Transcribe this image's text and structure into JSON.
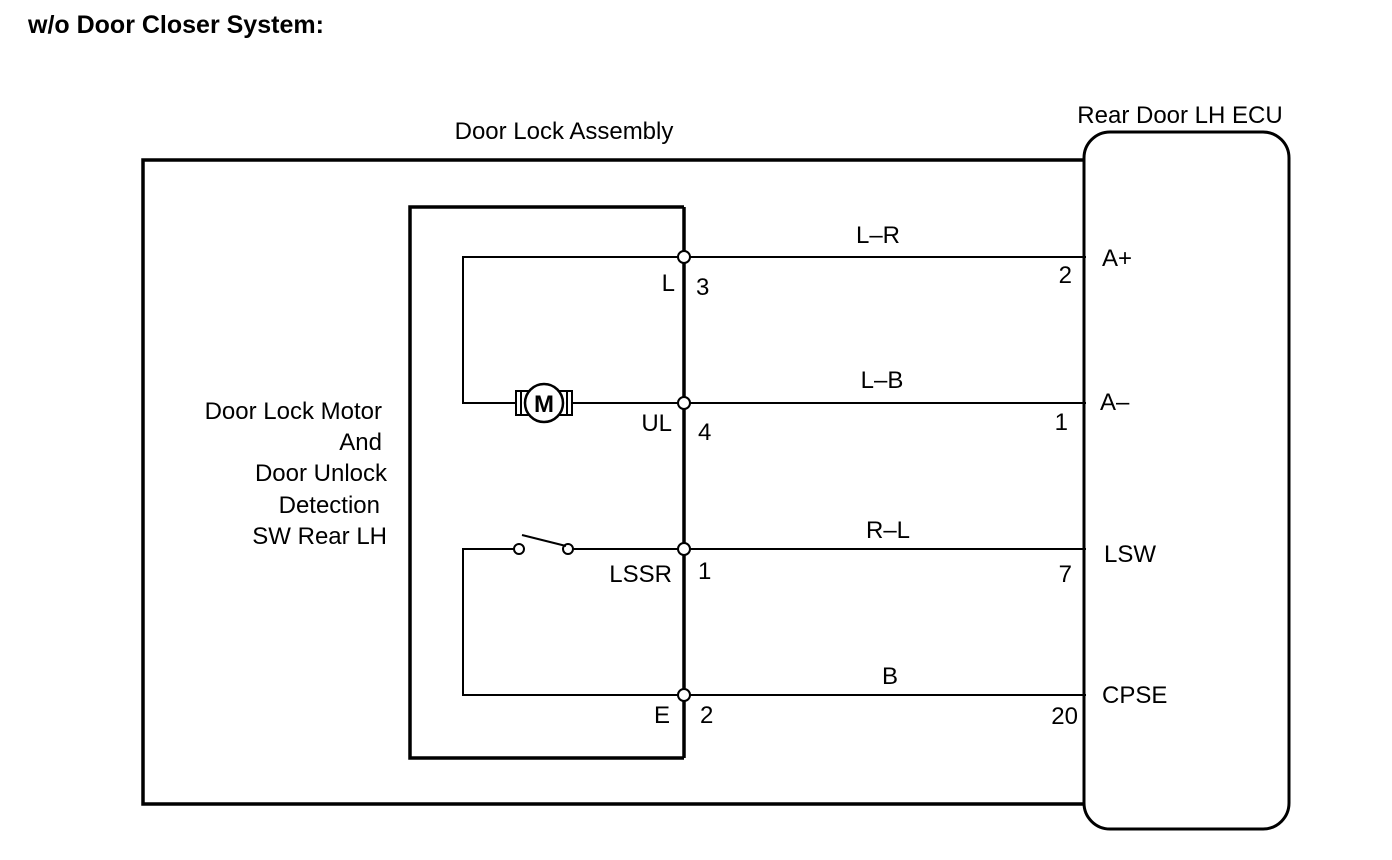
{
  "heading": "w/o Door Closer System:",
  "assembly": {
    "title": "Door Lock Assembly",
    "component_label_lines": [
      "Door Lock Motor",
      "And",
      "Door Unlock",
      "Detection",
      "SW Rear LH"
    ],
    "motor_symbol": "M"
  },
  "ecu": {
    "title": "Rear Door LH ECU"
  },
  "circuits": [
    {
      "assembly_terminal": "L",
      "assembly_pin": "3",
      "wire_color": "L–R",
      "ecu_pin": "2",
      "ecu_terminal": "A+"
    },
    {
      "assembly_terminal": "UL",
      "assembly_pin": "4",
      "wire_color": "L–B",
      "ecu_pin": "1",
      "ecu_terminal": "A–"
    },
    {
      "assembly_terminal": "LSSR",
      "assembly_pin": "1",
      "wire_color": "R–L",
      "ecu_pin": "7",
      "ecu_terminal": "LSW"
    },
    {
      "assembly_terminal": "E",
      "assembly_pin": "2",
      "wire_color": "B",
      "ecu_pin": "20",
      "ecu_terminal": "CPSE"
    }
  ]
}
